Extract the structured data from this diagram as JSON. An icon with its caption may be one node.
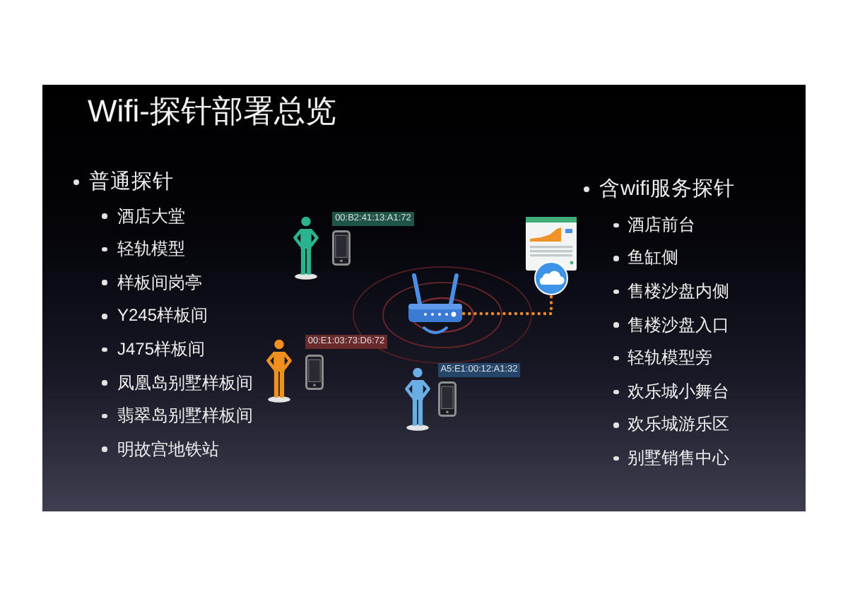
{
  "diagram": {
    "title": "Wifi-探针部署总览",
    "nodes": [
      {
        "text": [
          "00:B2:41:13:A1:72"
        ]
      },
      {
        "text": [],
        "shape": "picture"
      },
      {
        "text": [],
        "shape": "picture"
      },
      {
        "text": [
          "00:E1:03:73:D6:72"
        ]
      },
      {
        "text": [
          "A5:E1:00:12:A1:32"
        ]
      }
    ],
    "edges": [
      {
        "from": 2,
        "to": 1,
        "arrow": "none",
        "style": "dashed"
      }
    ],
    "labels": [
      "普通探针",
      "酒店大堂",
      "轻轨模型",
      "样板间岗亭",
      "Y245样板间",
      "J475样板间",
      "凤凰岛别墅样板间",
      "翡翠岛别墅样板间",
      "明故宫地铁站",
      "含wifi服务探针",
      "酒店前台",
      "鱼缸侧",
      "售楼沙盘内侧",
      "售楼沙盘入口",
      "轻轨模型旁",
      "欢乐城小舞台",
      "欢乐城游乐区",
      "别墅销售中心"
    ]
  }
}
